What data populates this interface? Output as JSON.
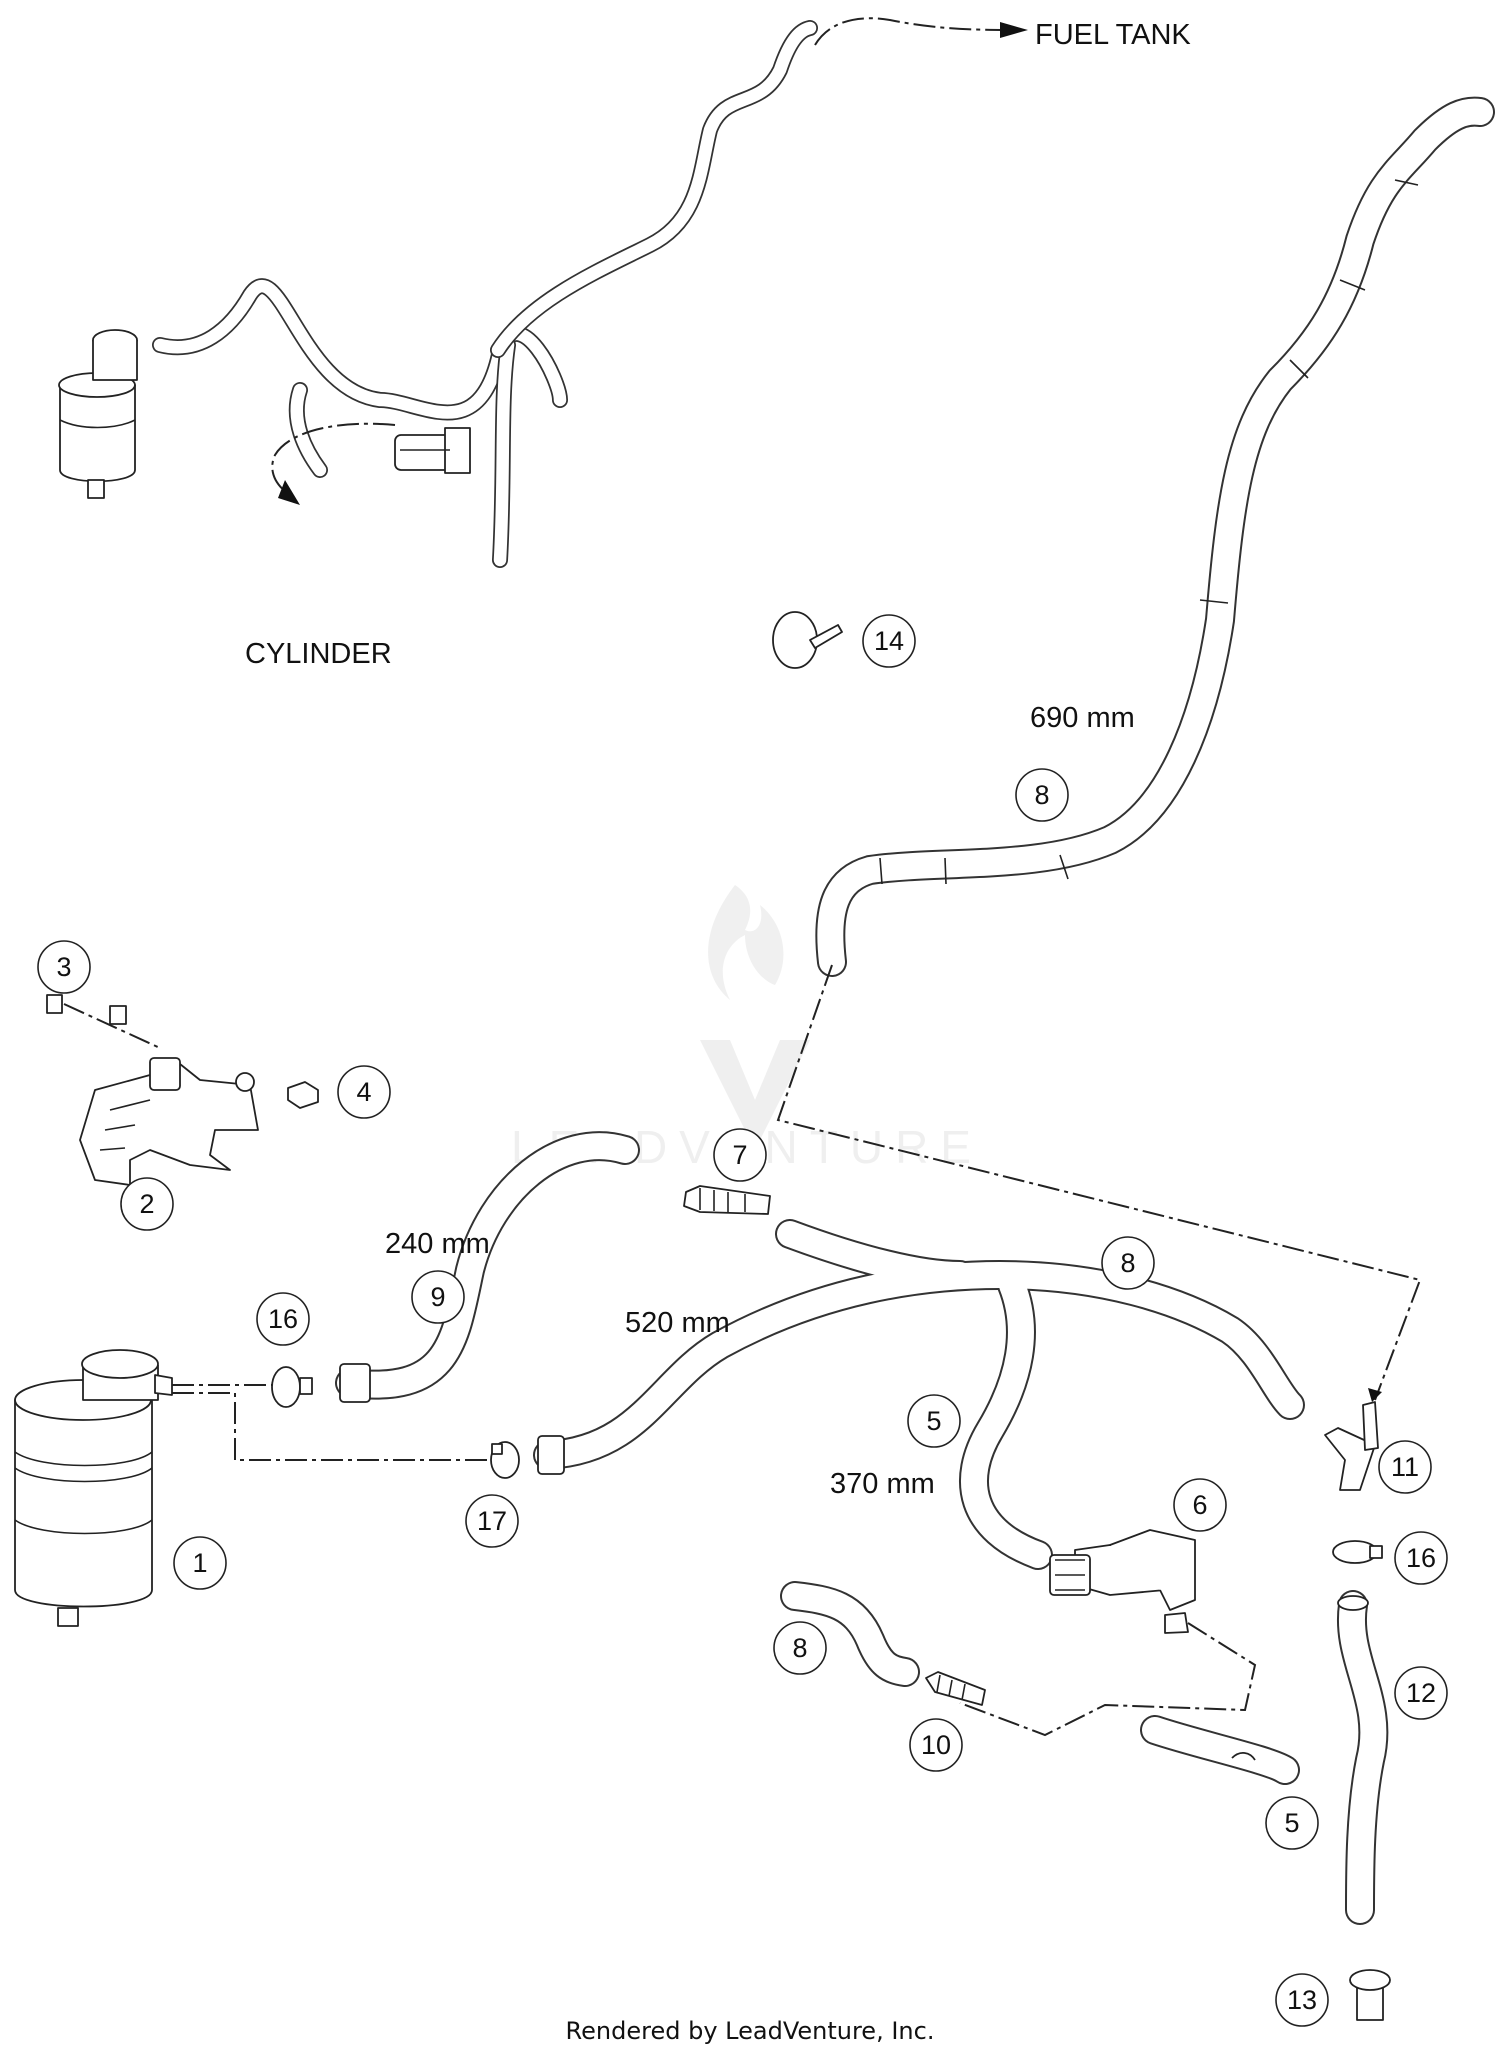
{
  "labels": {
    "fuel_tank": "FUEL TANK",
    "cylinder": "CYLINDER",
    "len_690": "690 mm",
    "len_240": "240 mm",
    "len_520": "520 mm",
    "len_370": "370 mm"
  },
  "callouts": {
    "c1": "1",
    "c2": "2",
    "c3": "3",
    "c4": "4",
    "c5a": "5",
    "c5b": "5",
    "c6": "6",
    "c7": "7",
    "c8a": "8",
    "c8b": "8",
    "c8c": "8",
    "c9": "9",
    "c10": "10",
    "c11": "11",
    "c12": "12",
    "c13": "13",
    "c14": "14",
    "c16a": "16",
    "c16b": "16",
    "c17": "17"
  },
  "watermark": "LEADVENTURE",
  "footer": "Rendered by LeadVenture, Inc."
}
